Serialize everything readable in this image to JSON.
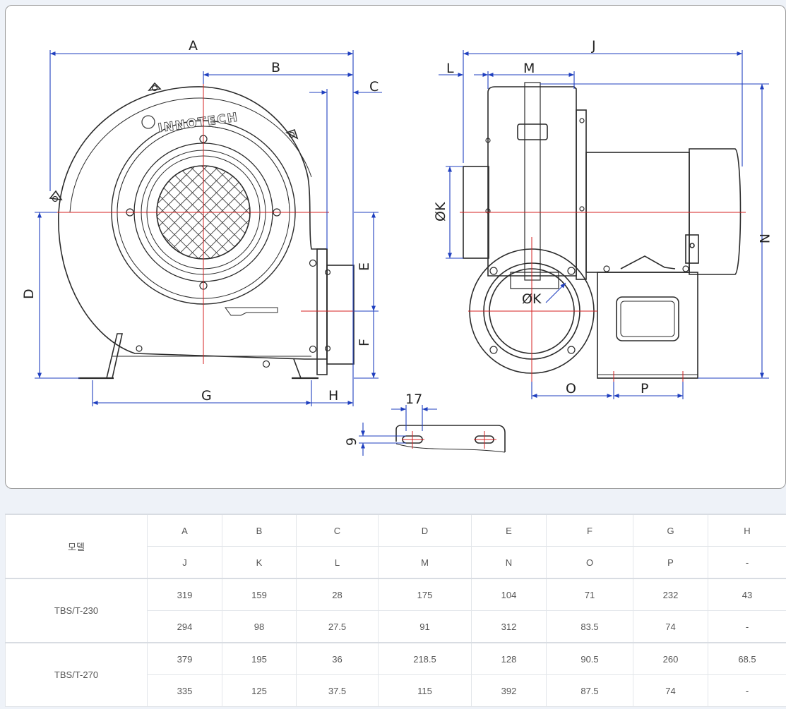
{
  "drawing": {
    "brand": "INNOTECH",
    "labels": {
      "A": "A",
      "B": "B",
      "C": "C",
      "D": "D",
      "E": "E",
      "F": "F",
      "G": "G",
      "H": "H",
      "J": "J",
      "L": "L",
      "M": "M",
      "N": "N",
      "O": "O",
      "P": "P",
      "K_outer": "ØK",
      "K_inner": "ØK",
      "slot_width": "17",
      "slot_height": "9"
    },
    "colors": {
      "outline": "#2b2b2b",
      "dimension": "#1f3fbf",
      "centerline": "#d42020"
    }
  },
  "table": {
    "model_header": "모델",
    "header_row1": [
      "A",
      "B",
      "C",
      "D",
      "E",
      "F",
      "G",
      "H"
    ],
    "header_row2": [
      "J",
      "K",
      "L",
      "M",
      "N",
      "O",
      "P",
      "-"
    ],
    "models": [
      {
        "name": "TBS/T-230",
        "row1": [
          "319",
          "159",
          "28",
          "175",
          "104",
          "71",
          "232",
          "43"
        ],
        "row2": [
          "294",
          "98",
          "27.5",
          "91",
          "312",
          "83.5",
          "74",
          "-"
        ]
      },
      {
        "name": "TBS/T-270",
        "row1": [
          "379",
          "195",
          "36",
          "218.5",
          "128",
          "90.5",
          "260",
          "68.5"
        ],
        "row2": [
          "335",
          "125",
          "37.5",
          "115",
          "392",
          "87.5",
          "74",
          "-"
        ]
      }
    ]
  }
}
